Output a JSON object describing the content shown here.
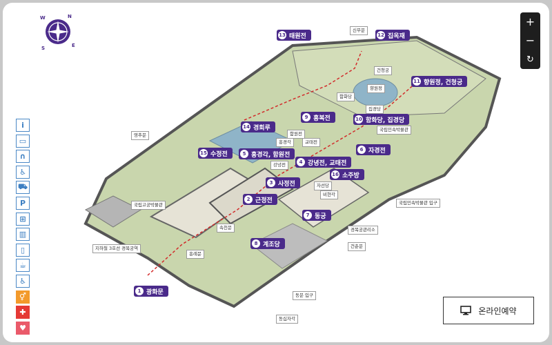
{
  "compass": {
    "letters": [
      "N",
      "E",
      "S",
      "W"
    ],
    "color": "#4a2a8a"
  },
  "zoom": {
    "in": "+",
    "out": "−",
    "reset": "↻"
  },
  "legend_icons": [
    {
      "icon": "info-icon",
      "glyph": "i",
      "style": ""
    },
    {
      "icon": "ticket-icon",
      "glyph": "▭",
      "style": ""
    },
    {
      "icon": "audio-guide-icon",
      "glyph": "∩",
      "style": ""
    },
    {
      "icon": "wheelchair-icon",
      "glyph": "♿",
      "style": ""
    },
    {
      "icon": "stroller-icon",
      "glyph": "⛟",
      "style": ""
    },
    {
      "icon": "parking-icon",
      "glyph": "P",
      "style": ""
    },
    {
      "icon": "gift-shop-icon",
      "glyph": "⊞",
      "style": ""
    },
    {
      "icon": "locker-icon",
      "glyph": "▥",
      "style": ""
    },
    {
      "icon": "water-icon",
      "glyph": "▯",
      "style": ""
    },
    {
      "icon": "cafe-icon",
      "glyph": "☕",
      "style": ""
    },
    {
      "icon": "accessible-restroom-icon",
      "glyph": "♿",
      "style": ""
    },
    {
      "icon": "restroom-icon",
      "glyph": "⚥",
      "style": "orange"
    },
    {
      "icon": "first-aid-icon",
      "glyph": "✚",
      "style": "red"
    },
    {
      "icon": "aed-icon",
      "glyph": "♥",
      "style": "pink"
    }
  ],
  "numbered_labels": [
    {
      "num": "1",
      "text": "광화문"
    },
    {
      "num": "2",
      "text": "근정전"
    },
    {
      "num": "3",
      "text": "사정전"
    },
    {
      "num": "4",
      "text": "강녕전, 교태전"
    },
    {
      "num": "5",
      "text": "흥경각, 함원전"
    },
    {
      "num": "6",
      "text": "자경전"
    },
    {
      "num": "7",
      "text": "동궁"
    },
    {
      "num": "8",
      "text": "계조당"
    },
    {
      "num": "9",
      "text": "흥복전"
    },
    {
      "num": "10",
      "text": "함화당, 집경당"
    },
    {
      "num": "11",
      "text": "향원정, 건청궁"
    },
    {
      "num": "12",
      "text": "집옥재"
    },
    {
      "num": "13",
      "text": "태원전"
    },
    {
      "num": "14",
      "text": "경회루"
    },
    {
      "num": "15",
      "text": "수정전"
    },
    {
      "num": "16",
      "text": "소주방"
    }
  ],
  "small_labels": [
    "신무문",
    "건청궁",
    "향원정",
    "함화당",
    "집경당",
    "국립민속박물관",
    "영추문",
    "함원전",
    "교태전",
    "흥경각",
    "강녕전",
    "자선당",
    "비현각",
    "국립고궁박물관",
    "국립민속박물관 입구",
    "속천문",
    "경복궁관리소",
    "건춘문",
    "지하철 3호선 경복궁역",
    "흥례문",
    "동문 입구",
    "동십자각"
  ],
  "booking": {
    "label": "온라인예약",
    "icon": "monitor-icon"
  },
  "colors": {
    "grass": "#c9d6ad",
    "path": "#e6e3d6",
    "wall": "#555555",
    "accent": "#4a2a8a",
    "route": "#d22a2a",
    "pond": "#8fb4c8"
  }
}
